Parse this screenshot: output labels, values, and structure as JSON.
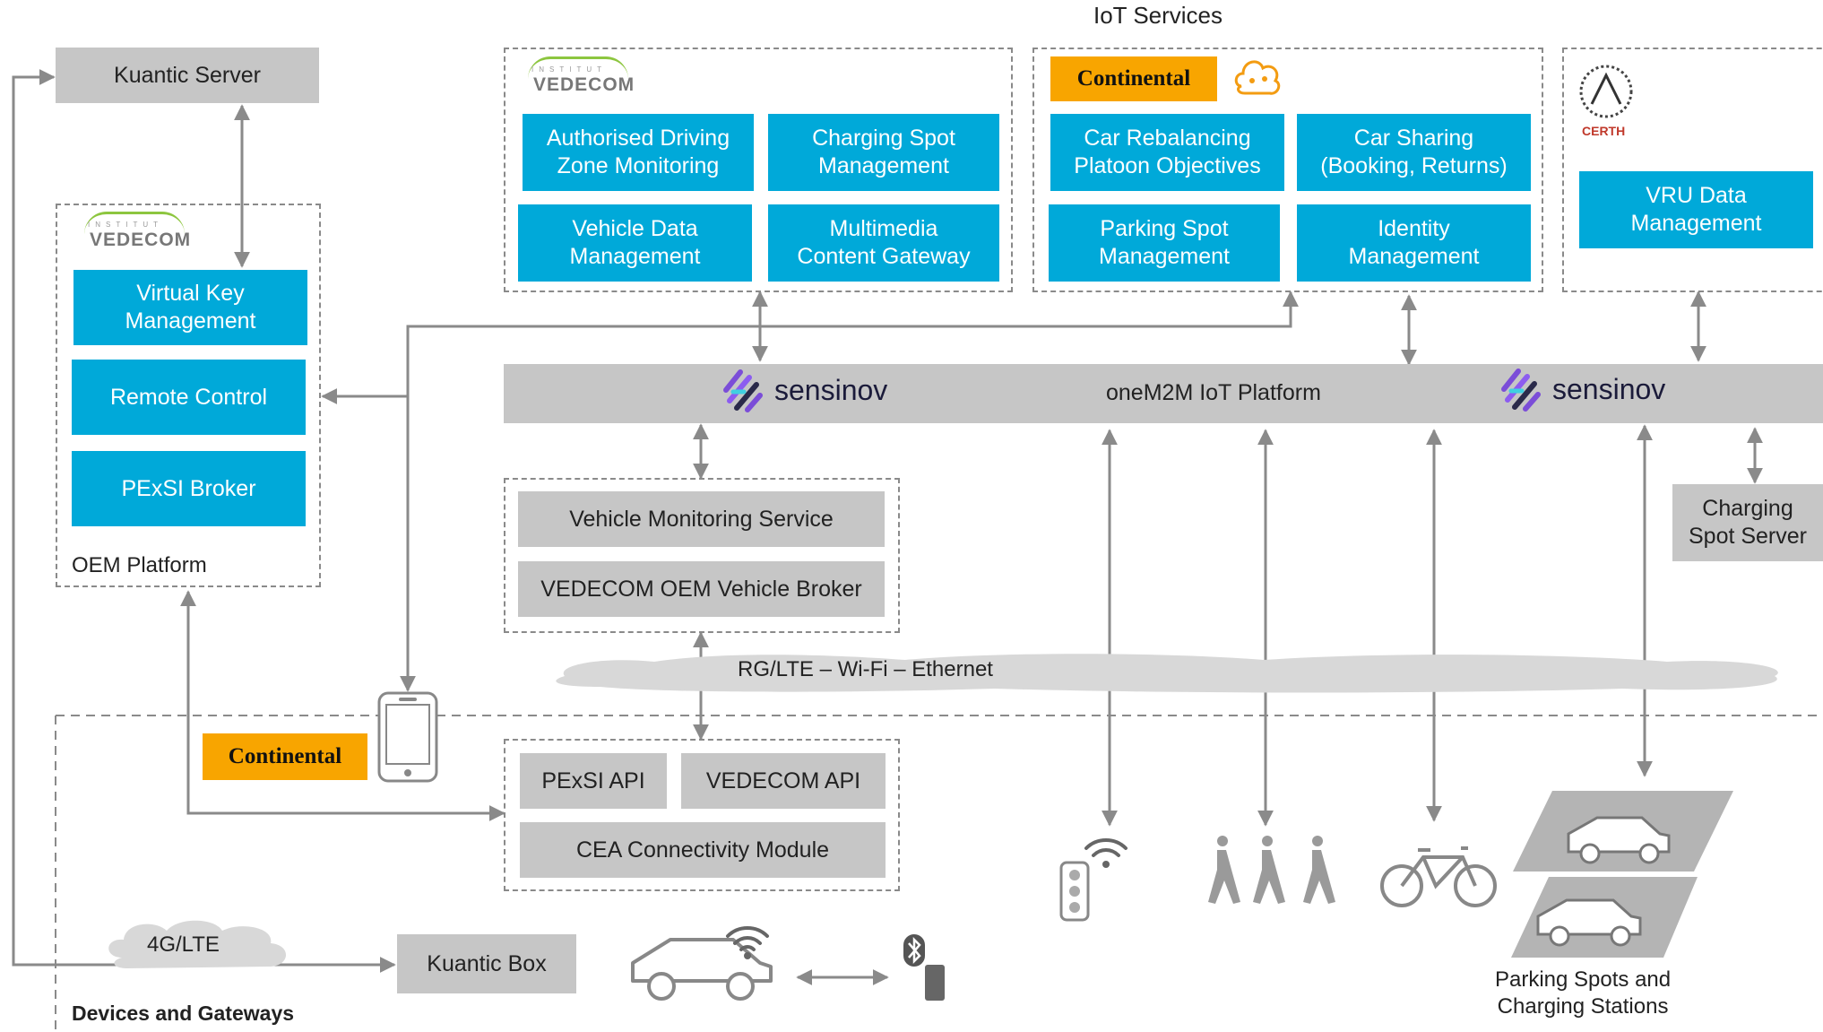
{
  "diagram": {
    "section_iot_services": "IoT Services",
    "section_devices": "Devices and Gateways",
    "kuantic_server": "Kuantic Server",
    "kuantic_box": "Kuantic Box",
    "cloud_4g": "4G/LTE",
    "network_cloud": "RG/LTE – Wi-Fi – Ethernet",
    "platform_label": "oneM2M IoT Platform",
    "sensinov_1": "sensinov",
    "sensinov_2": "sensinov",
    "charging_server": "Charging\nSpot Server",
    "parking_label": "Parking Spots and\nCharging Stations",
    "logos": {
      "vedecom_small": "INSTITUT",
      "vedecom": "VEDECOM",
      "continental": "Continental",
      "certh": "CERTH"
    },
    "oem_platform": {
      "label": "OEM Platform",
      "services": [
        "Virtual Key\nManagement",
        "Remote Control",
        "PExSI Broker"
      ]
    },
    "vedecom_services": [
      "Authorised Driving\nZone Monitoring",
      "Charging Spot\nManagement",
      "Vehicle Data\nManagement",
      "Multimedia\nContent Gateway"
    ],
    "continental_services": [
      "Car Rebalancing\nPlatoon Objectives",
      "Car Sharing\n(Booking, Returns)",
      "Parking Spot\nManagement",
      "Identity\nManagement"
    ],
    "certh_services": [
      "VRU Data\nManagement"
    ],
    "vehicle_broker": [
      "Vehicle  Monitoring Service",
      "VEDECOM OEM Vehicle Broker"
    ],
    "connectivity": [
      "PExSI API",
      "VEDECOM API",
      "CEA Connectivity Module"
    ],
    "icons": [
      "smartphone-icon",
      "traffic-light-icon",
      "pedestrian-icon",
      "bicycle-icon",
      "car-icon",
      "parking-spot-icon",
      "bluetooth-icon",
      "wifi-icon"
    ],
    "colors": {
      "service_blue": "#00a9d9",
      "box_gray": "#c6c6c6",
      "continental_orange": "#f8a500",
      "arrow_gray": "#8a8a8a"
    }
  }
}
